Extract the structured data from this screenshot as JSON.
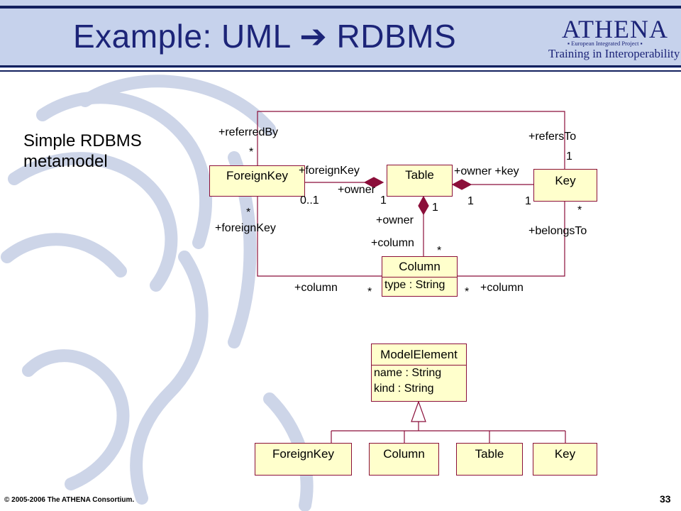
{
  "header": {
    "title": "Example: UML ➔ RDBMS",
    "logo_name": "ATHENA",
    "logo_sub": "▪ European Integrated Project ▪",
    "logo_tag": "Training in Interoperability"
  },
  "subtitle": [
    "Simple RDBMS",
    "metamodel"
  ],
  "rdbms": {
    "classes": {
      "foreignkey": "ForeignKey",
      "table": "Table",
      "key": "Key",
      "column": "Column",
      "column_attr": "type : String"
    },
    "labels": {
      "referredBy": "+referredBy",
      "refersTo": "+refersTo",
      "fk_star_top": "*",
      "key_one_top": "1",
      "foreignKey_role": "+foreignKey",
      "owner_role_fk": "+owner",
      "owner_key": "+owner +key",
      "zero_one": "0..1",
      "one_table_left": "1",
      "one_table_below": "1",
      "one_key_mid": "1",
      "one_key_left": "1",
      "fk_star_bottom": "*",
      "foreignKey_bottom": "+foreignKey",
      "owner_column": "+owner",
      "column_role": "+column",
      "column_star_top": "*",
      "key_star_bottom": "*",
      "belongsTo": "+belongsTo",
      "column_left": "+column",
      "column_left_star": "*",
      "column_right_star": "*",
      "column_right": "+column"
    }
  },
  "hierarchy": {
    "parent": "ModelElement",
    "attrs": [
      "name : String",
      "kind : String"
    ],
    "children": [
      "ForeignKey",
      "Column",
      "Table",
      "Key"
    ]
  },
  "footer": {
    "copyright": "© 2005-2006 The ATHENA Consortium.",
    "page": "33"
  },
  "colors": {
    "header_bg": "#c6d2ec",
    "title": "#1c2478",
    "class_fill": "#ffffcc",
    "class_border": "#8b0f3a",
    "background_art": "#cdd5e8"
  }
}
